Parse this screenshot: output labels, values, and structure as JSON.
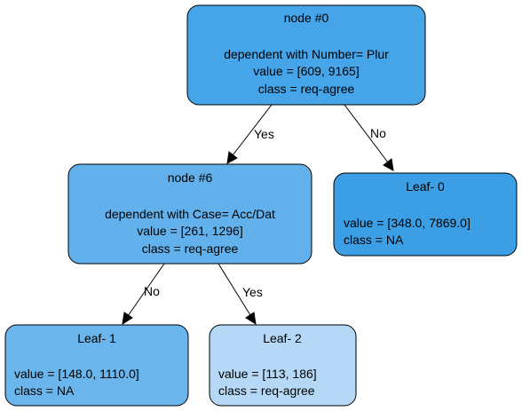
{
  "colors": {
    "node0": "#46a4e8",
    "node6": "#63b1ec",
    "leaf0": "#3c9fe5",
    "leaf1": "#6ab5ec",
    "leaf2": "#b4d8f5"
  },
  "nodes": {
    "node0": {
      "title": "node #0",
      "condition": "dependent with Number= Plur",
      "value": "value = [609, 9165]",
      "class": "class = req-agree"
    },
    "node6": {
      "title": "node #6",
      "condition": "dependent with Case= Acc/Dat",
      "value": "value = [261, 1296]",
      "class": "class = req-agree"
    },
    "leaf0": {
      "title": "Leaf- 0",
      "value": "value = [348.0, 7869.0]",
      "class": "class = NA"
    },
    "leaf1": {
      "title": "Leaf- 1",
      "value": "value = [148.0, 1110.0]",
      "class": "class = NA"
    },
    "leaf2": {
      "title": "Leaf- 2",
      "value": "value = [113, 186]",
      "class": "class = req-agree"
    }
  },
  "edges": {
    "node0_to_node6": "Yes",
    "node0_to_leaf0": "No",
    "node6_to_leaf1": "No",
    "node6_to_leaf2": "Yes"
  }
}
